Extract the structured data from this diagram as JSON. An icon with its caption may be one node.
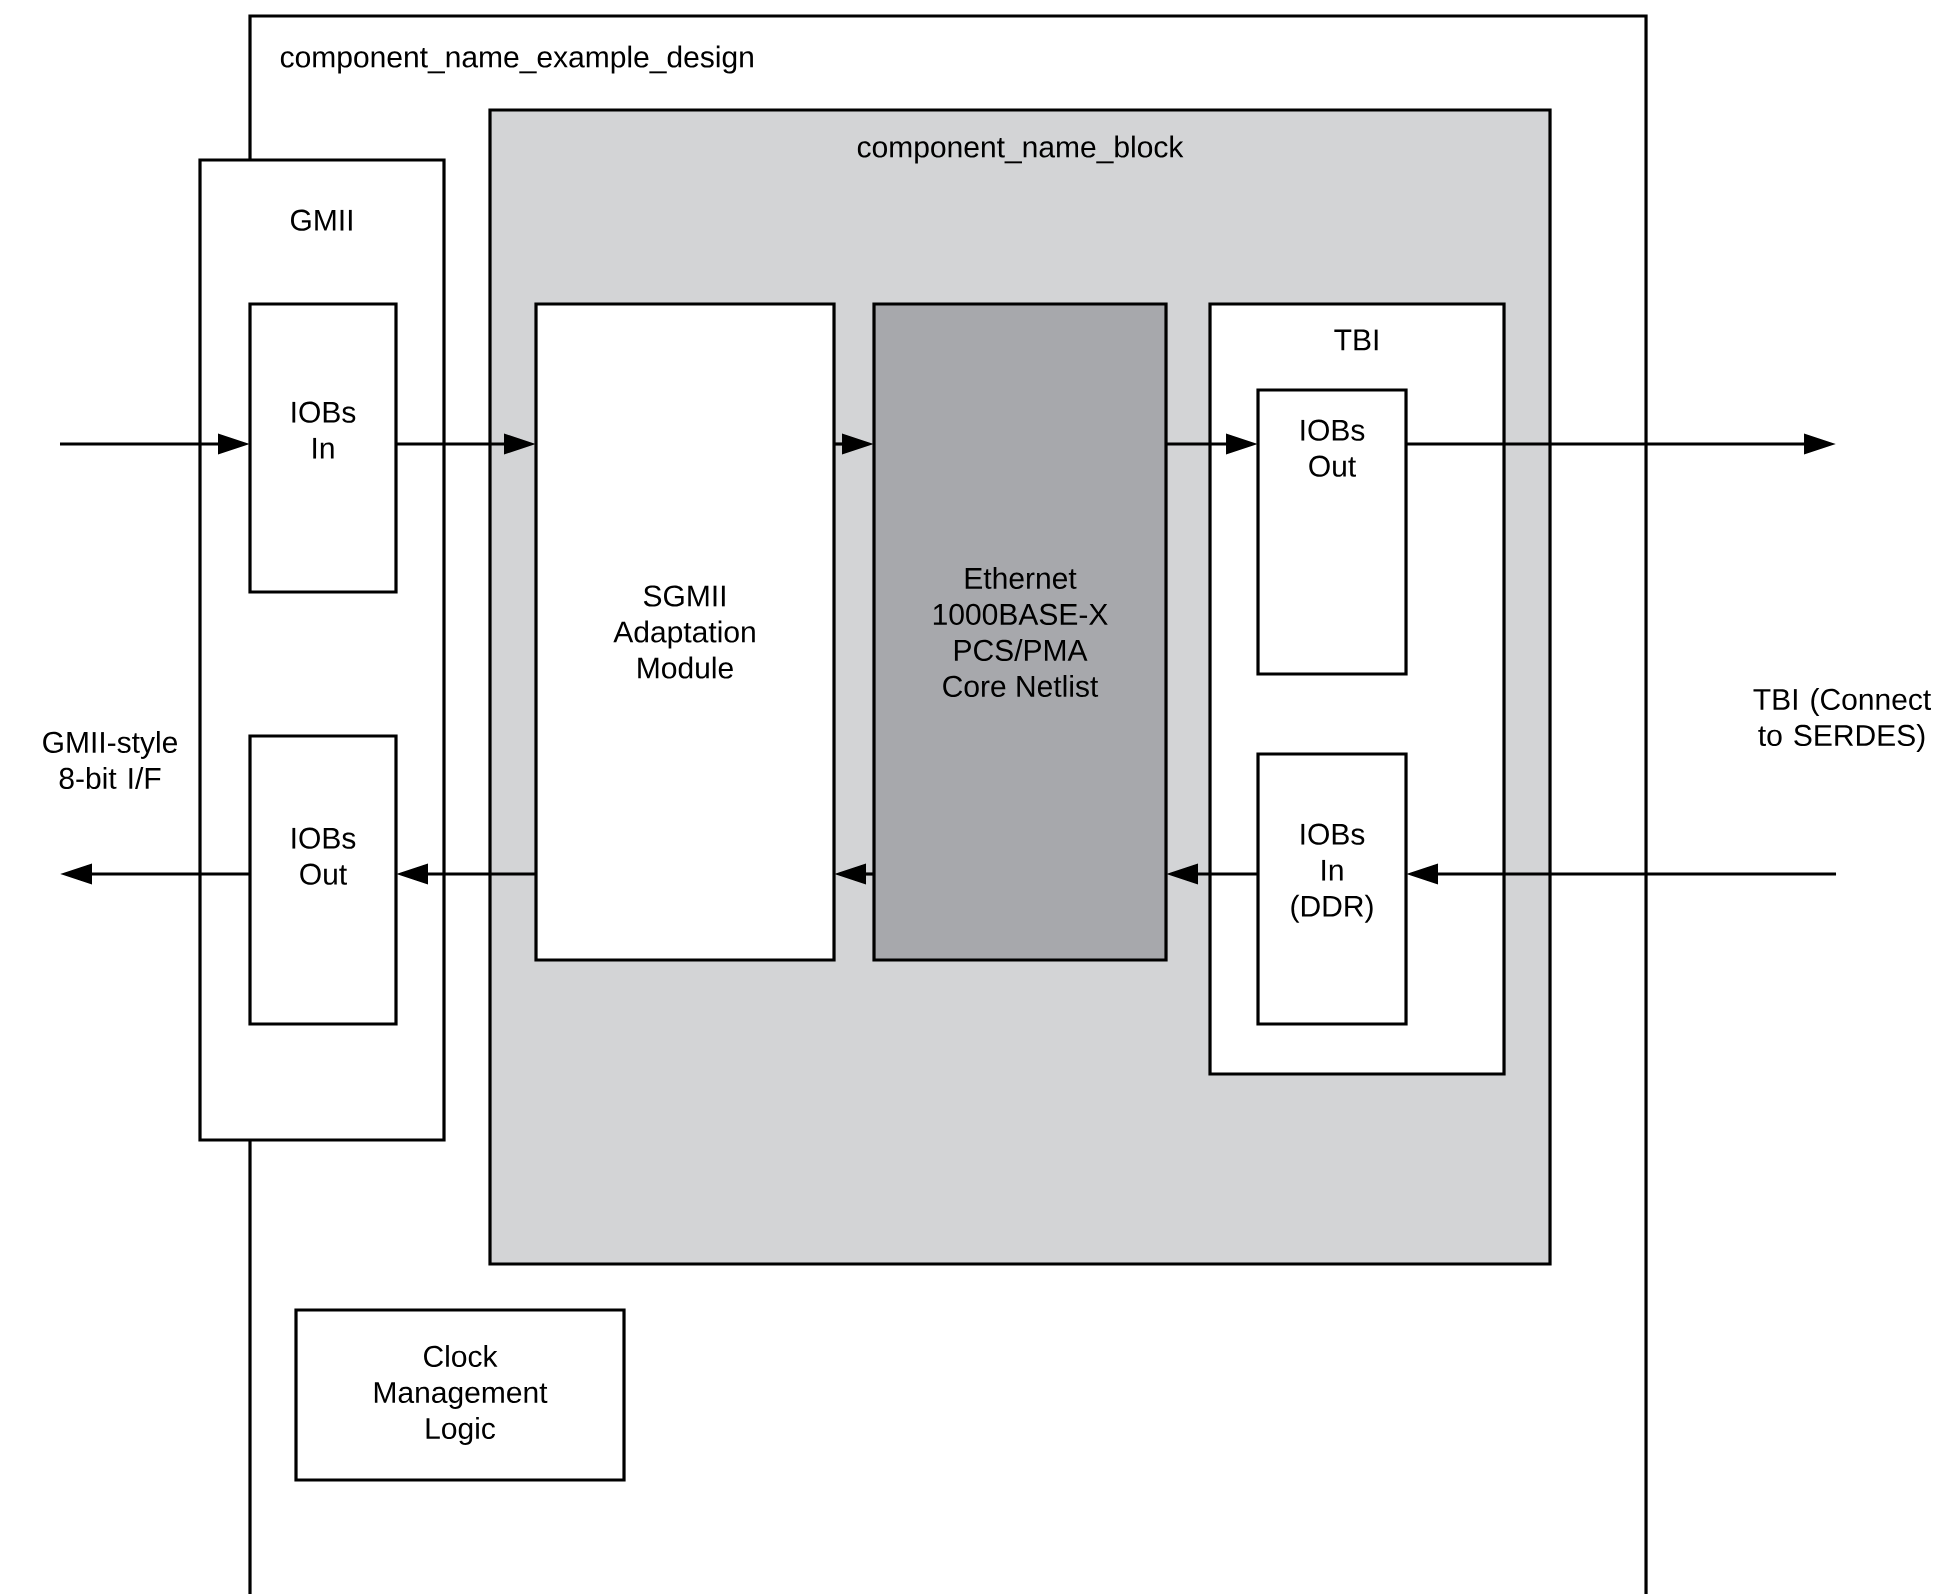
{
  "diagram": {
    "nodes": [
      {
        "text": [
          "component_name_example_design"
        ]
      },
      {
        "text": [
          "GMII"
        ]
      },
      {
        "text": [
          "IOBs In"
        ],
        "in": 1
      },
      {
        "text": [
          "IOBs Out"
        ],
        "in": 1
      },
      {
        "text": [
          "component_name_block"
        ],
        "in": 0
      },
      {
        "text": [
          "SGMII Adaptation Module"
        ],
        "in": 4
      },
      {
        "text": [
          "Ethernet 1000BASE-X PCS/PMA Core Netlist"
        ],
        "in": 4
      },
      {
        "text": [
          "TBI"
        ],
        "in": 4
      },
      {
        "text": [
          "IOBs Out"
        ],
        "in": 7
      },
      {
        "text": [
          "IOBs In (DDR)"
        ],
        "in": 7
      },
      {
        "text": [
          "Clock Management Logic"
        ],
        "in": 0
      }
    ],
    "edges": [
      {
        "from": null,
        "to": 2,
        "arrow": "to"
      },
      {
        "from": 2,
        "to": 5,
        "arrow": "to"
      },
      {
        "from": 5,
        "to": 6,
        "arrow": "to"
      },
      {
        "from": 6,
        "to": 8,
        "arrow": "to"
      },
      {
        "from": 8,
        "to": null,
        "arrow": "to"
      },
      {
        "from": null,
        "to": 9,
        "arrow": "to"
      },
      {
        "from": 9,
        "to": 6,
        "arrow": "to"
      },
      {
        "from": 6,
        "to": 5,
        "arrow": "to"
      },
      {
        "from": 5,
        "to": 3,
        "arrow": "to"
      },
      {
        "from": 3,
        "to": null,
        "arrow": "to"
      }
    ],
    "labels": [
      "GMII-style 8-bit I/F",
      "TBI (Connect to SERDES)"
    ]
  }
}
